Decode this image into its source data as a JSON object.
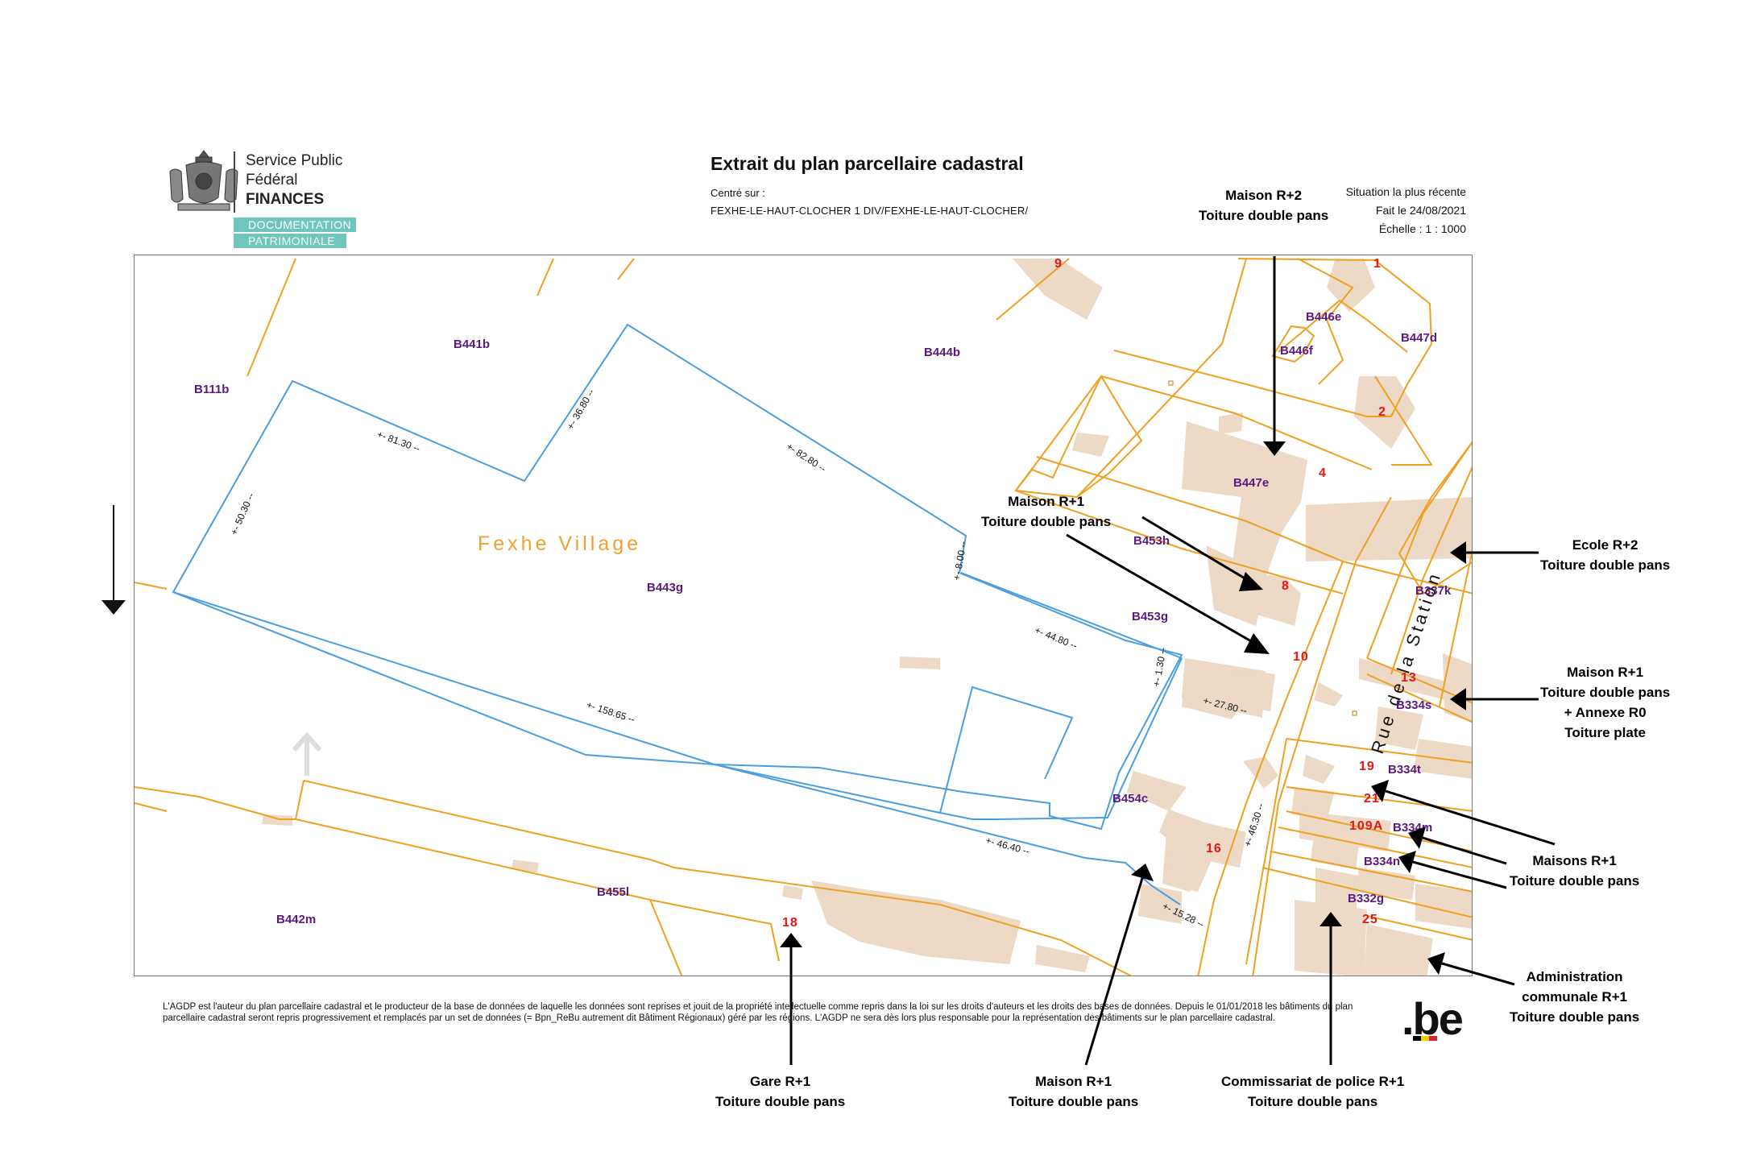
{
  "header": {
    "spf_lines": [
      "Service Public",
      "Fédéral",
      "FINANCES"
    ],
    "doc_tags": [
      "DOCUMENTATION",
      "PATRIMONIALE"
    ],
    "title": "Extrait du plan parcellaire cadastral",
    "centre_label": "Centré sur :",
    "centre_value": "FEXHE-LE-HAUT-CLOCHER 1 DIV/FEXHE-LE-HAUT-CLOCHER/",
    "situation": "Situation la plus récente",
    "date": "Fait le 24/08/2021",
    "scale": "Échelle : 1 : 1000"
  },
  "map": {
    "place_name": "Fexhe Village",
    "street_name": "Rue de la Station",
    "parcels": [
      "B111b",
      "B441b",
      "B444b",
      "B446e",
      "B446f",
      "B447d",
      "B447e",
      "B453h",
      "B443g",
      "B453g",
      "B337k",
      "B334s",
      "B334t",
      "B334m",
      "B334n",
      "B454c",
      "B332g",
      "B455l",
      "B442m"
    ],
    "house_numbers": [
      "9",
      "1",
      "2",
      "4",
      "8",
      "10",
      "13",
      "19",
      "21",
      "109A",
      "16",
      "25",
      "18"
    ],
    "dimensions": [
      "+- 81.30 --",
      "+- 36.80 --",
      "+- 82.80 --",
      "+- 50.30 --",
      "+- 8.00 --",
      "+- 44.80 --",
      "+- 1.30 --",
      "+- 27.80 --",
      "+- 158.65 --",
      "+- 46.40 --",
      "+- 46.30 --",
      "+- 15.28 --"
    ],
    "colors": {
      "selected_parcel": "#4a9ee0",
      "parcel_line": "#f0a020",
      "building": "#ecd9c6",
      "parcel_text": "#5a1a80",
      "number_text": "#e01818"
    }
  },
  "annotations": {
    "maison_r2": [
      "Maison R+2",
      "Toiture double pans"
    ],
    "maison_r1_top": [
      "Maison R+1",
      "Toiture double pans"
    ],
    "ecole": [
      "Ecole R+2",
      "Toiture double pans"
    ],
    "maison_annexe": [
      "Maison R+1",
      "Toiture double pans",
      "+ Annexe R0",
      "Toiture plate"
    ],
    "maisons_r1": [
      "Maisons R+1",
      "Toiture double pans"
    ],
    "administration": [
      "Administration",
      "communale R+1",
      "Toiture double pans"
    ],
    "gare": [
      "Gare R+1",
      "Toiture double pans"
    ],
    "maison_r1_bottom": [
      "Maison R+1",
      "Toiture double pans"
    ],
    "police": [
      "Commissariat de police R+1",
      "Toiture double pans"
    ]
  },
  "disclaimer": "L'AGDP est l'auteur du plan parcellaire cadastral et le producteur de la base de données de laquelle les données sont reprises et jouit de la propriété intellectuelle comme repris dans la loi sur les droits d'auteurs et les droits des bases de données. Depuis le 01/01/2018 les bâtiments du plan parcellaire cadastral seront repris progressivement et remplacés par un set de données (= Bpn_ReBu autrement dit Bâtiment Régionaux) géré par les régions. L'AGDP ne sera dès lors plus responsable pour la représentation des bâtiments sur le plan parcellaire cadastral.",
  "brand": {
    "be_logo": ".be"
  }
}
